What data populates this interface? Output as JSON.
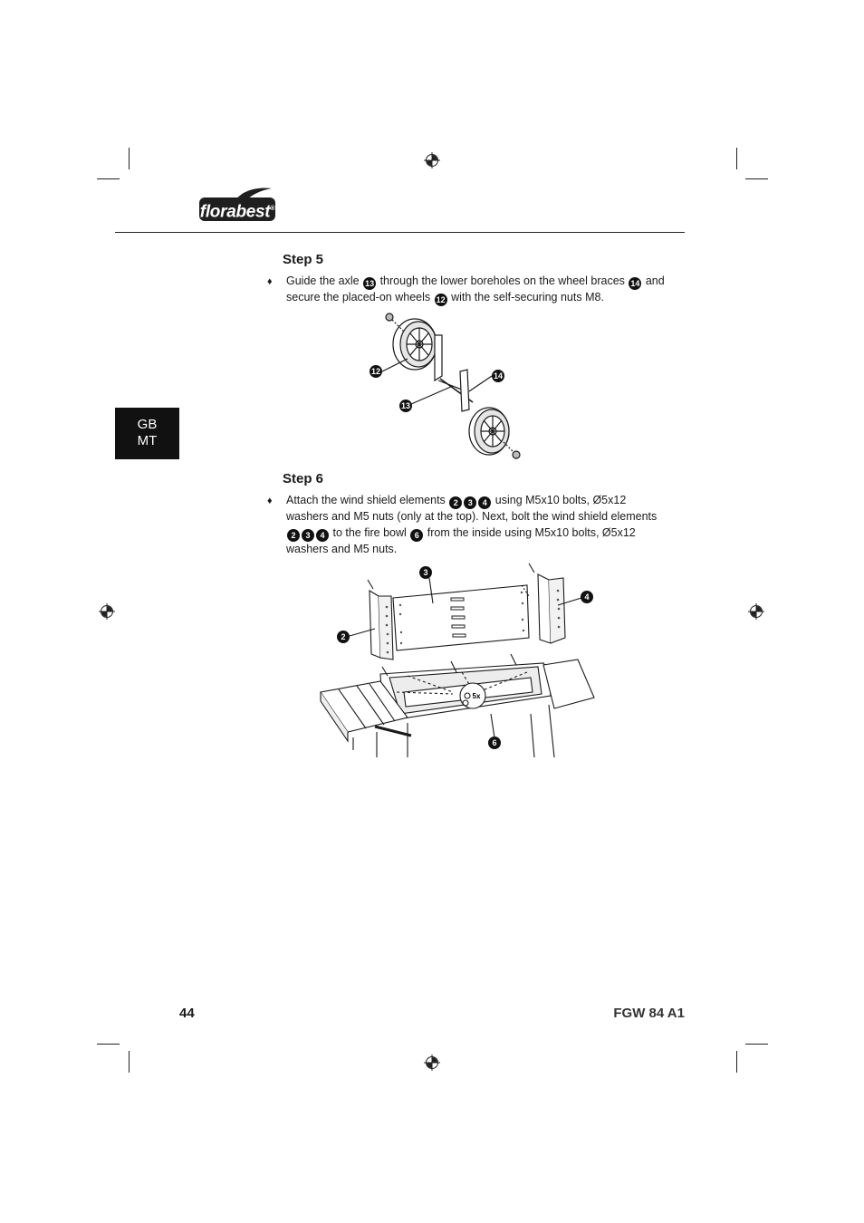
{
  "brand": {
    "logo_text": "florabest",
    "registered": "®"
  },
  "language_tab": {
    "line1": "GB",
    "line2": "MT"
  },
  "step5": {
    "title": "Step 5",
    "bullet": "♦",
    "text_a": "Guide the axle",
    "ref_a": "13",
    "text_b": "through the lower boreholes on the wheel braces",
    "ref_b": "14",
    "text_c": "and secure the placed-on wheels",
    "ref_c": "12",
    "text_d": "with the self-securing nuts M8."
  },
  "figure5": {
    "callouts": [
      "12",
      "14",
      "13"
    ]
  },
  "step6": {
    "title": "Step 6",
    "bullet": "♦",
    "text_a": "Attach the wind shield elements",
    "refs_a": [
      "2",
      "3",
      "4"
    ],
    "text_b": "using M5x10 bolts, Ø5x12 washers and M5 nuts (only at the top). Next, bolt the wind shield elements",
    "refs_b": [
      "2",
      "3",
      "4"
    ],
    "text_c": "to the fire bowl",
    "ref_c": "6",
    "text_d": "from the inside using M5x10 bolts, Ø5x12 washers and M5 nuts."
  },
  "figure6": {
    "callouts": [
      "3",
      "4",
      "2",
      "6"
    ],
    "quantity_label": "5x"
  },
  "footer": {
    "page_number": "44",
    "model": "FGW 84 A1"
  }
}
